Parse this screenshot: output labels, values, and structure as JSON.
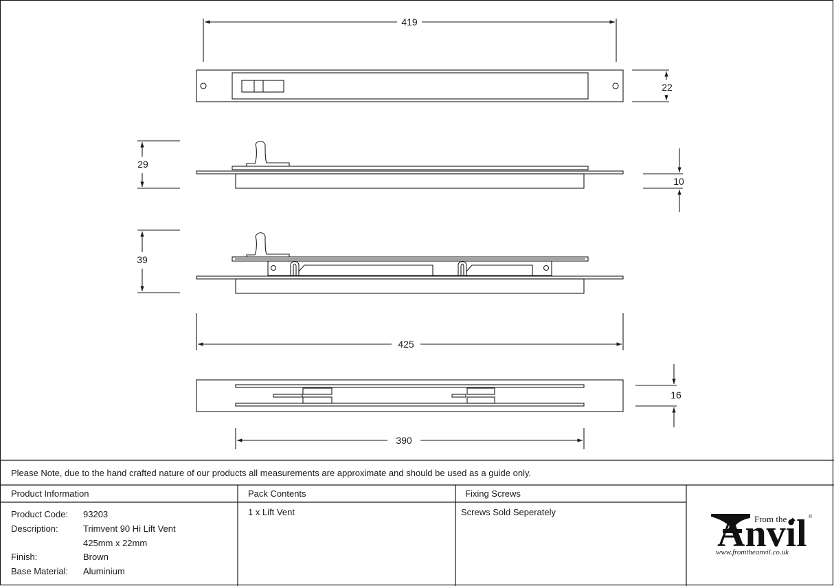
{
  "dimensions": {
    "top_width": "419",
    "top_height": "22",
    "side_height_closed": "29",
    "side_depth": "10",
    "side_height_open": "39",
    "overall_length": "425",
    "bottom_height": "16",
    "bottom_length": "390"
  },
  "note": "Please Note, due to the hand crafted nature of our products all measurements are approximate and should be used as a guide only.",
  "product_info": {
    "header": "Product Information",
    "code_label": "Product Code:",
    "code_value": "93203",
    "description_label": "Description:",
    "description_value": "Trimvent 90 Hi Lift Vent",
    "description_value2": "425mm x 22mm",
    "finish_label": "Finish:",
    "finish_value": "Brown",
    "material_label": "Base Material:",
    "material_value": "Aluminium"
  },
  "pack_contents": {
    "header": "Pack Contents",
    "item": "1 x Lift Vent"
  },
  "fixing_screws": {
    "header": "Fixing Screws",
    "text": "Screws Sold Seperately"
  },
  "logo": {
    "from_the": "From the",
    "anvil": "Anvil",
    "registered": "®",
    "url": "www.fromtheanvil.co.uk"
  }
}
